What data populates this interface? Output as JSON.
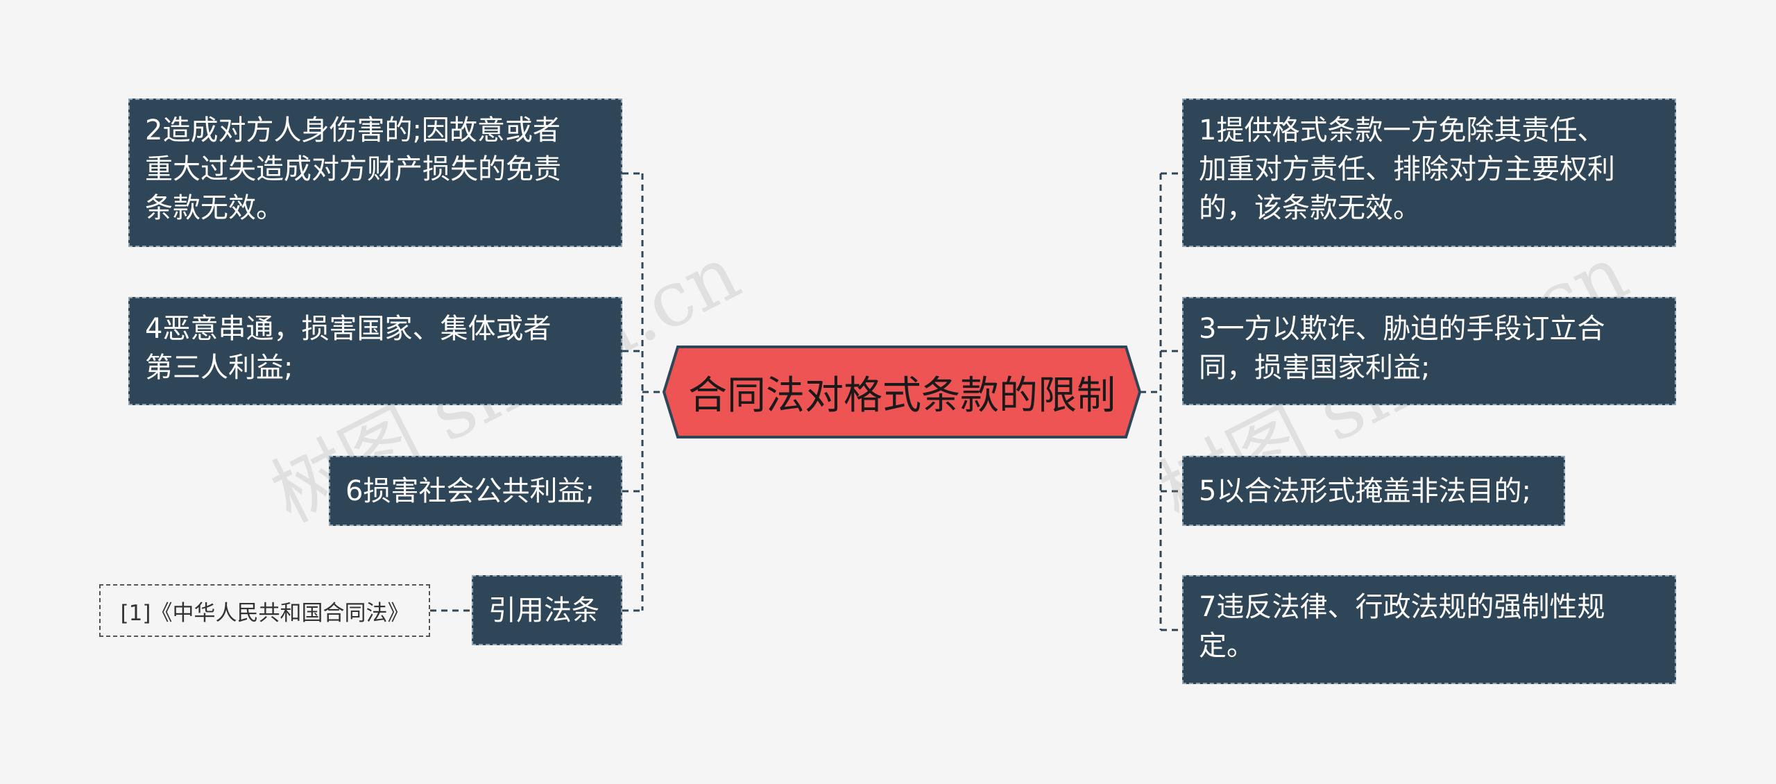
{
  "center": {
    "label": "合同法对格式条款的限制",
    "fill": "#ef5454",
    "stroke": "#2f4659"
  },
  "left_nodes": [
    {
      "id": "left-2",
      "text": "2造成对方人身伤害的;因故意或者\n重大过失造成对方财产损失的免责\n条款无效。"
    },
    {
      "id": "left-4",
      "text": "4恶意串通，损害国家、集体或者\n第三人利益;"
    },
    {
      "id": "left-6",
      "text": "6损害社会公共利益;"
    },
    {
      "id": "left-cite",
      "text": "引用法条"
    }
  ],
  "right_nodes": [
    {
      "id": "right-1",
      "text": "1提供格式条款一方免除其责任、\n加重对方责任、排除对方主要权利\n的，该条款无效。"
    },
    {
      "id": "right-3",
      "text": "3一方以欺诈、胁迫的手段订立合\n同，损害国家利益;"
    },
    {
      "id": "right-5",
      "text": "5以合法形式掩盖非法目的;"
    },
    {
      "id": "right-7",
      "text": "7违反法律、行政法规的强制性规\n定。"
    }
  ],
  "citation": {
    "text": "[1]《中华人民共和国合同法》"
  },
  "watermark": {
    "text": "树图 shutu.cn"
  },
  "colors": {
    "node_fill": "#2f4659",
    "node_border": "#8fa3b3",
    "connector": "#2f4659",
    "background": "#f5f5f5"
  }
}
